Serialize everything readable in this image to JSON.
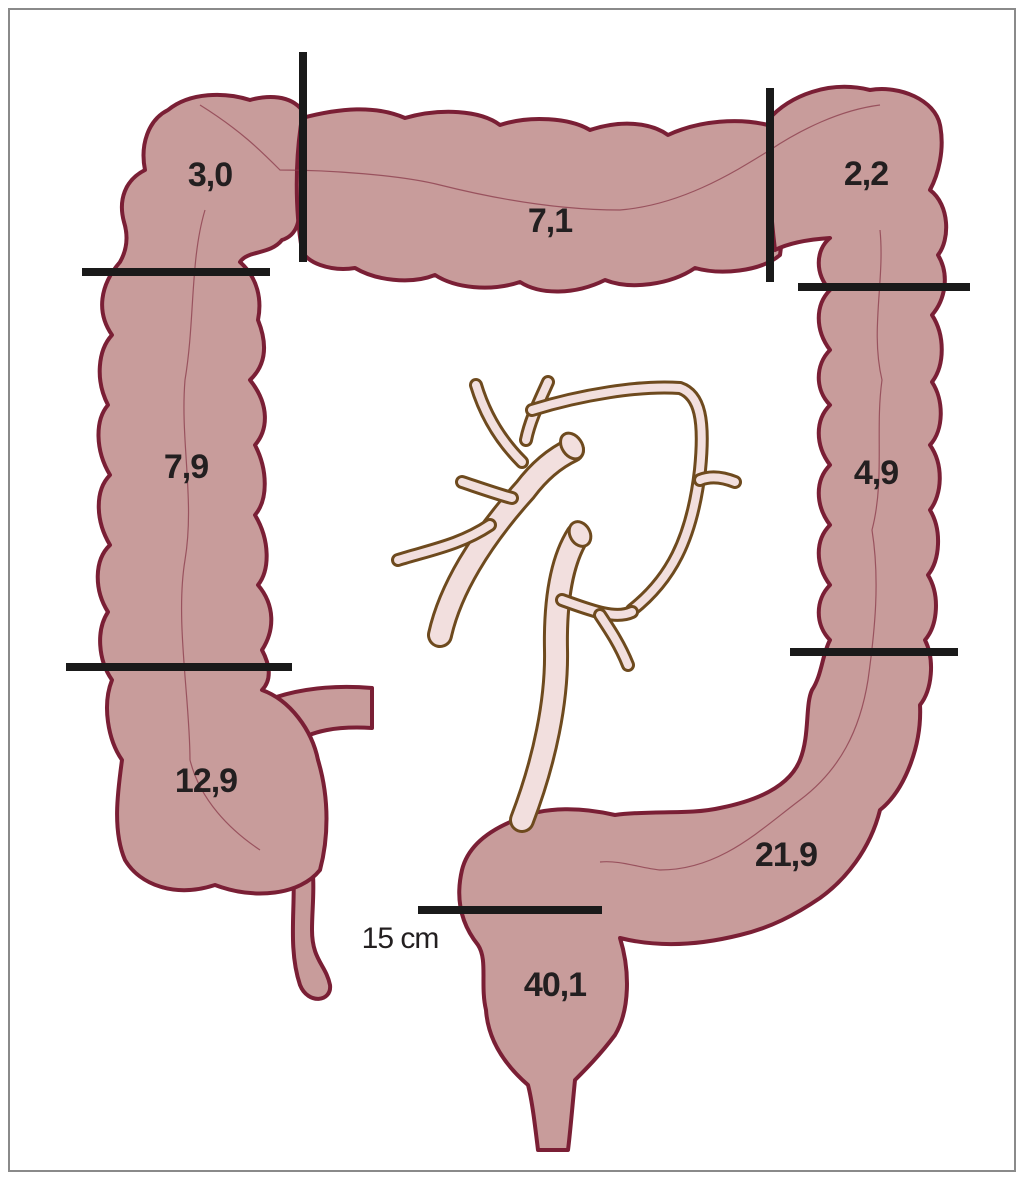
{
  "figure": {
    "segments": [
      {
        "id": "cecum",
        "label": "12,9"
      },
      {
        "id": "ascending",
        "label": "7,9"
      },
      {
        "id": "hepatic-flexure",
        "label": "3,0"
      },
      {
        "id": "transverse",
        "label": "7,1"
      },
      {
        "id": "splenic-flexure",
        "label": "2,2"
      },
      {
        "id": "descending",
        "label": "4,9"
      },
      {
        "id": "sigmoid",
        "label": "21,9"
      },
      {
        "id": "rectum",
        "label": "40,1"
      }
    ],
    "scale_label": "15 cm",
    "colors": {
      "colon_fill": "#c89c9b",
      "colon_stroke": "#7a1f35",
      "vessel_fill": "#f2dfde",
      "vessel_stroke": "#6e4a1e",
      "divider": "#1a1a1a",
      "frame": "#8a8a8a"
    }
  }
}
